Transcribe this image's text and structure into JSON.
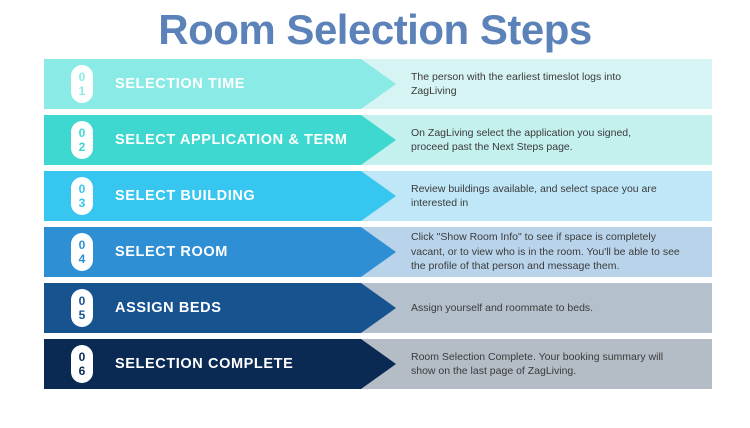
{
  "title": "Room Selection Steps",
  "colors": {
    "title": "#5b82b9",
    "page_background": "#ffffff",
    "badge_background": "#ffffff"
  },
  "steps": [
    {
      "number": "01",
      "digit_top": "0",
      "digit_bottom": "1",
      "label": "SELECTION TIME",
      "description": "The person with the earliest timeslot logs into\nZagLiving",
      "bar_color": "#8aeae6",
      "panel_color": "#d6f4f3",
      "number_color": "#8aeae6"
    },
    {
      "number": "02",
      "digit_top": "0",
      "digit_bottom": "2",
      "label": "SELECT APPLICATION & TERM",
      "description": "On ZagLiving select the application you signed,\nproceed past the Next Steps page.",
      "bar_color": "#3ed8d0",
      "panel_color": "#c4f0ee",
      "number_color": "#3ed8d0"
    },
    {
      "number": "03",
      "digit_top": "0",
      "digit_bottom": "3",
      "label": "SELECT BUILDING",
      "description": "Review buildings available, and select space you are\ninterested in",
      "bar_color": "#37c6f0",
      "panel_color": "#bfe7f8",
      "number_color": "#37c6f0"
    },
    {
      "number": "04",
      "digit_top": "0",
      "digit_bottom": "4",
      "label": "SELECT ROOM",
      "description": "Click \"Show Room Info\" to see if  space is completely\nvacant, or to view who is in the room. You'll be able to see\nthe profile of that person and message them.",
      "bar_color": "#2f8fd4",
      "panel_color": "#b9d4ea",
      "number_color": "#2f8fd4"
    },
    {
      "number": "05",
      "digit_top": "0",
      "digit_bottom": "5",
      "label": "ASSIGN BEDS",
      "description": "Assign yourself and roommate to beds.",
      "bar_color": "#17538f",
      "panel_color": "#b4c0cc",
      "number_color": "#17538f"
    },
    {
      "number": "06",
      "digit_top": "0",
      "digit_bottom": "6",
      "label": "SELECTION COMPLETE",
      "description": "Room Selection Complete. Your booking summary will\nshow on the last page of ZagLiving.",
      "bar_color": "#0a2a54",
      "panel_color": "#b4bcc6",
      "number_color": "#0a2a54"
    }
  ]
}
